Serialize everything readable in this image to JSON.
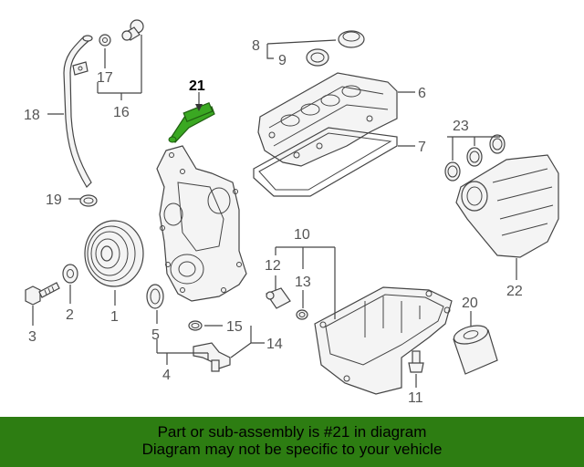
{
  "callouts": {
    "c1": "1",
    "c2": "2",
    "c3": "3",
    "c4": "4",
    "c5": "5",
    "c6": "6",
    "c7": "7",
    "c8": "8",
    "c9": "9",
    "c10": "10",
    "c11": "11",
    "c12": "12",
    "c13": "13",
    "c14": "14",
    "c15": "15",
    "c16": "16",
    "c17": "17",
    "c18": "18",
    "c19": "19",
    "c20": "20",
    "c21": "21",
    "c22": "22",
    "c23": "23"
  },
  "banner": {
    "line1": "Part or sub-assembly is #21 in diagram",
    "line2": "Diagram may not be specific to your vehicle"
  },
  "colors": {
    "banner_bg": "#2d7d12",
    "highlight_part": "#3aa822"
  }
}
